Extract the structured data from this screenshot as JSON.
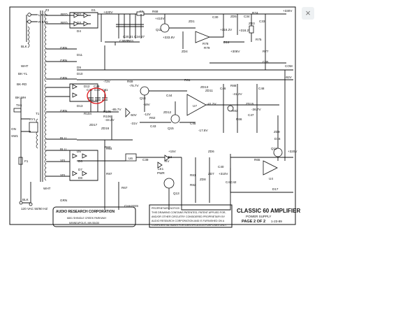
{
  "transformers": {
    "t2": "T2",
    "t1": "T1"
  },
  "leads": {
    "l_fan": "L FAN",
    "r_fan": "R FAN",
    "red1": "RED",
    "red2": "RED",
    "blk": "BLK",
    "grn1": "GRN",
    "grn2": "GRN",
    "wht": "WHT",
    "bkyl": "BK-YL",
    "bkrd": "BK-RD",
    "bkwh": "BK-WH",
    "blu1": "BLU",
    "blu2": "BLU",
    "yel1": "YEL",
    "yel2": "YEL",
    "blk2": "BLK",
    "wht2": "WHT",
    "grn3": "GRN",
    "grn4": "GRN",
    "grn5": "GRN"
  },
  "mains": {
    "voltage": "120 VAC 50/60 HZ",
    "th1": "TH1",
    "ry1": "RY1",
    "on": "ON",
    "sw1": "SW1",
    "f1": "F1"
  },
  "rails": {
    "p420": "+420V",
    "p330": "+330V",
    "com": "COM",
    "m92": "-92V",
    "m72": "-72V",
    "m75": "-75.7V",
    "m50": "-50V",
    "m41": "-41.2V",
    "m12": "-12V",
    "m85": "-85.7V",
    "m33": "-33.2V",
    "m17": "-17.8V",
    "p15": "+15V",
    "p320": "+320V",
    "p310": "+310V",
    "p316a": "+316.2V",
    "p316b": "+316.2V",
    "p333": "+333.8V",
    "p410": "+410V",
    "p306": "+306V",
    "m31": "-31V",
    "m41b": "-41.2V",
    "m36": "-36.7V",
    "m59": "-59V"
  },
  "components": {
    "f2": "F2",
    "r68": "R68",
    "q11": "Q11",
    "zd1": "ZD1",
    "c30": "C30",
    "zd5": "ZD5",
    "c34": "C34",
    "r74": "R74",
    "zd3": "ZD3",
    "zd4": "ZD4",
    "r78": "R78",
    "r79": "R79",
    "d14": "D14",
    "r75": "R75",
    "c33": "C33",
    "r77": "R77",
    "c35": "C35",
    "c10": "C10-19",
    "c20": "C20,21",
    "c24": "C24-27",
    "c22": "C22,23",
    "r61": "R61",
    "r62": "R62",
    "r64": "R64",
    "r69": "R69",
    "q14": "Q14",
    "c44": "C44",
    "zd13": "ZD13",
    "zd12": "ZD12",
    "zd11": "ZD11",
    "c46": "C46",
    "r88": "R88",
    "c48": "C48",
    "u7": "U7",
    "q15": "Q15",
    "r66": "R66",
    "zd15": "ZD15",
    "r83": "R83",
    "c47": "C47",
    "c43": "C43",
    "c45": "C45",
    "c28": "C28",
    "c29": "C29",
    "c30b": "C30",
    "c31": "C31",
    "r104": "R104",
    "r105": "R105",
    "r106": "R106",
    "zd17": "ZD17",
    "zd16": "ZD16",
    "d13": "D13",
    "r63": "R63",
    "zd9": "ZD9",
    "d16": "D16",
    "q12": "Q12",
    "u6": "U6",
    "c39": "C39",
    "le1": "LE1",
    "le2": "LE2",
    "le1pwr": "PWR",
    "le2hv": "HV",
    "r67": "R67",
    "q13": "Q13",
    "zd8": "ZD8",
    "zd7": "ZD7",
    "zd6": "ZD6",
    "c40": "C40",
    "c41": "C41",
    "c42": "C42",
    "r81": "R81",
    "r82": "R82",
    "r65": "R65",
    "u4": "U4",
    "d17": "D17",
    "r87": "R87",
    "d5": "D5",
    "d6": "D6",
    "d7": "D7",
    "d8": "D8",
    "d1": "D1",
    "d2": "D2",
    "d3": "D3",
    "d4": "D4",
    "d9": "D9",
    "d10": "D10",
    "d11": "D11",
    "d12": "D12",
    "chassis": "CHASSIS"
  },
  "company_block": {
    "name": "AUDIO RESEARCH CORPORATION",
    "address": "6801 SHINGLE CREEK PARKWAY",
    "city": "MINNEAPOLIS, MN 55430"
  },
  "notice": {
    "heading": "PROPRIETARY NOTICE:",
    "body": "THIS DRAWING CONTAINS PATENTED, PATENT APPLIED FOR, AND/OR OTHER CIRCUITRY CONSIDERED PROPRIETARY BY AUDIO RESEARCH CORPORATION AND IS FURNISHED ON A CONFIDENTIAL BASIS FOR IDENTIFICATION PURPOSES ONLY."
  },
  "title_block": {
    "title": "CLASSIC 60 AMPLIFIER",
    "subtitle": "POWER SUPPLY",
    "page": "PAGE 2 OF 2",
    "date": "1-23-89"
  },
  "colors": {
    "ink": "#111111",
    "markup": "#e0161a",
    "paper": "#ffffff"
  },
  "icons": {
    "close_glyph": "×"
  }
}
